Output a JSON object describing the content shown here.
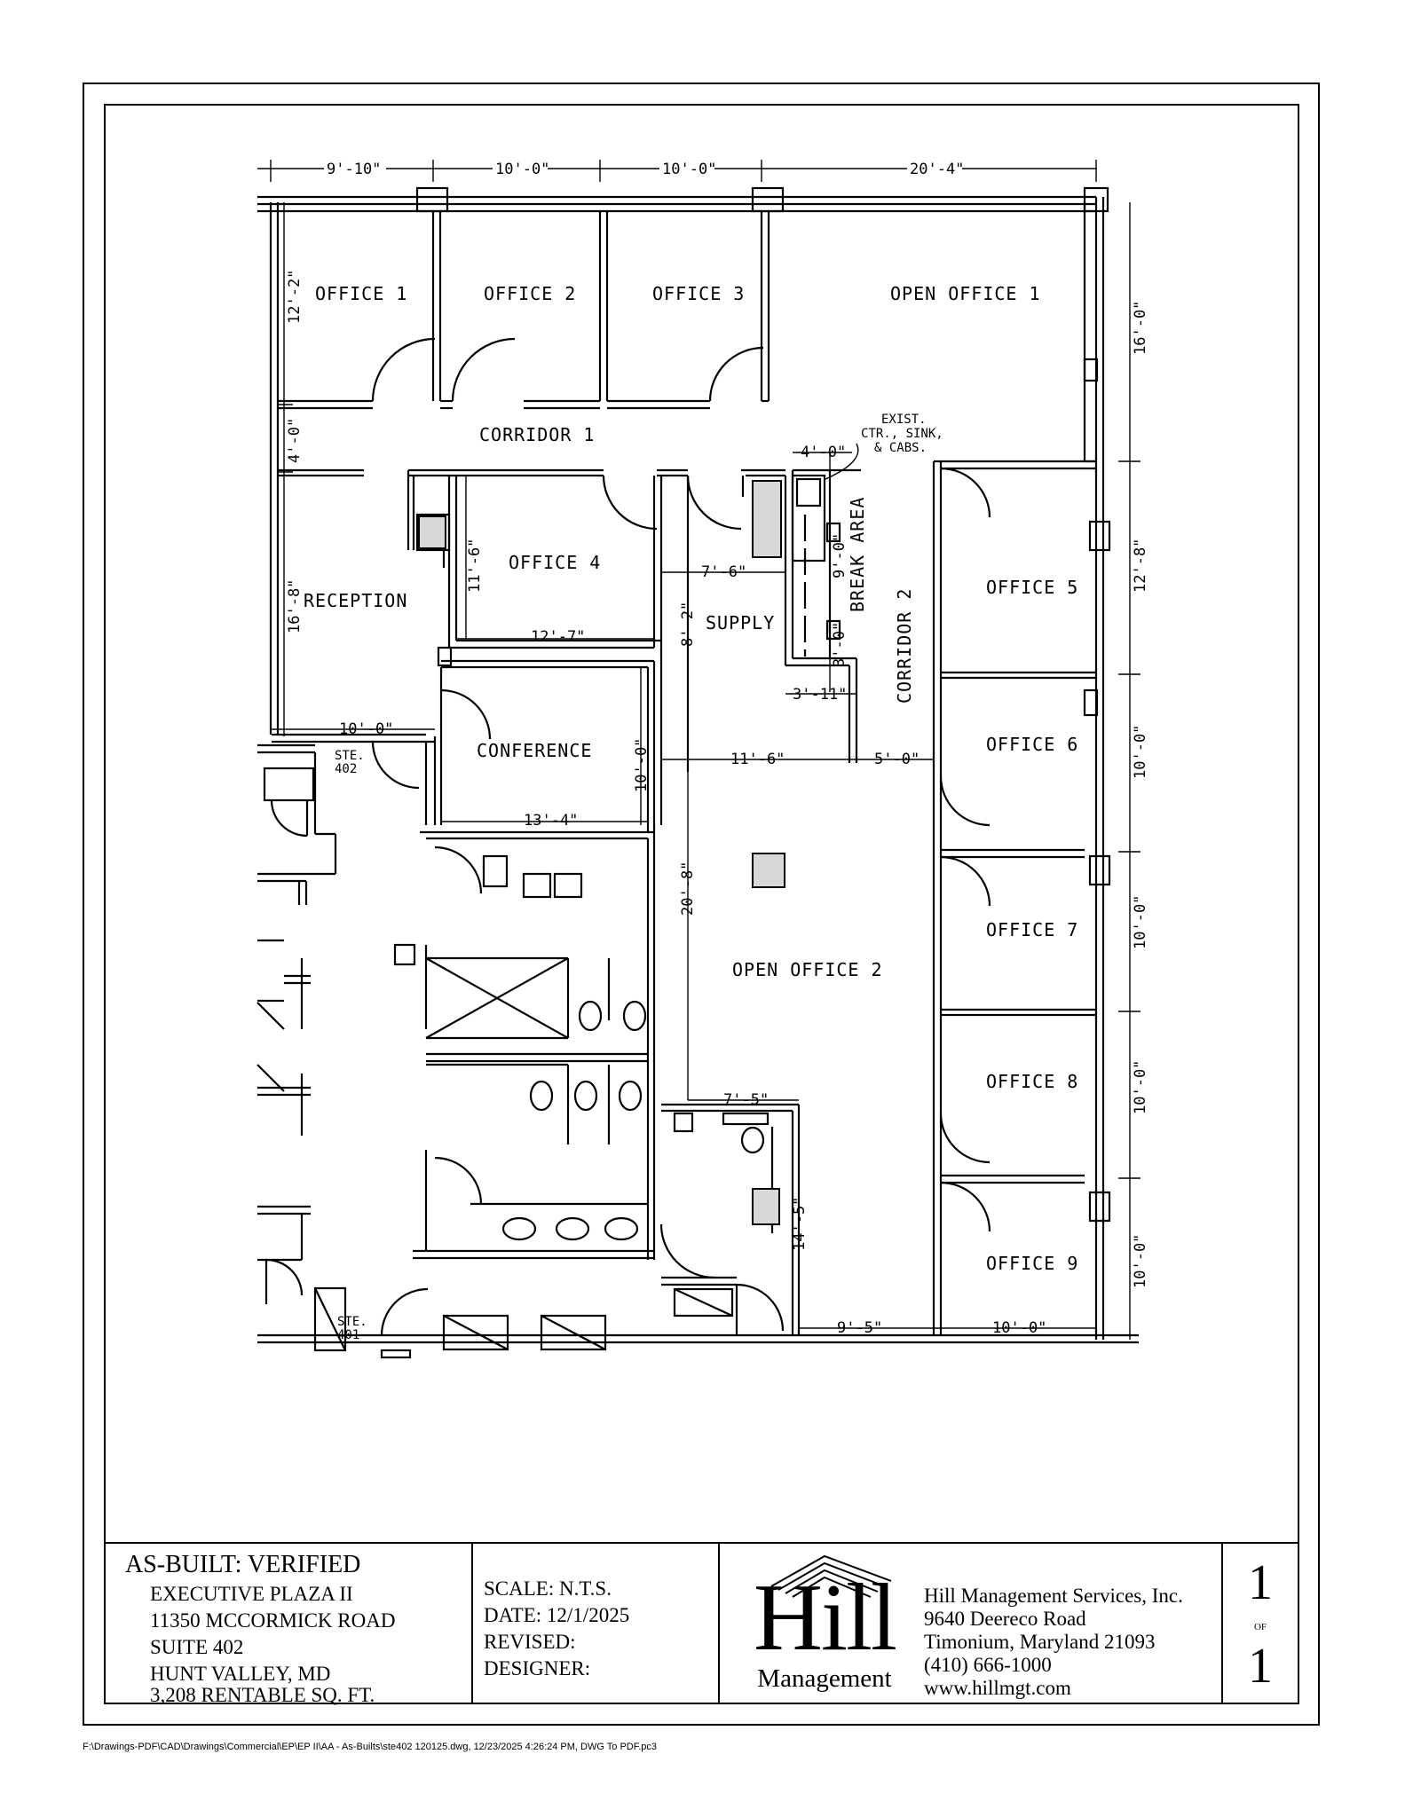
{
  "plan": {
    "rooms": {
      "office1": "OFFICE 1",
      "office2": "OFFICE 2",
      "office3": "OFFICE 3",
      "open_office1": "OPEN OFFICE 1",
      "corridor1": "CORRIDOR 1",
      "office4": "OFFICE 4",
      "reception": "RECEPTION",
      "supply": "SUPPLY",
      "break_area": "BREAK AREA",
      "corridor2": "CORRIDOR 2",
      "office5": "OFFICE 5",
      "office6": "OFFICE 6",
      "office7": "OFFICE 7",
      "office8": "OFFICE 8",
      "office9": "OFFICE 9",
      "conference": "CONFERENCE",
      "open_office2": "OPEN OFFICE 2"
    },
    "suites": {
      "ste402_a": "STE.",
      "ste402_b": "402",
      "ste401_a": "STE.",
      "ste401_b": "401"
    },
    "note": {
      "line1": "EXIST.",
      "line2": "CTR., SINK,",
      "line3": "& CABS."
    },
    "dims": {
      "top1": "9'-10\"",
      "top2": "10'-0\"",
      "top3": "10'-0\"",
      "top4": "20'-4\"",
      "left_office1": "12'-2\"",
      "left_corridor": "4'-0\"",
      "left_reception": "16'-8\"",
      "right_open1": "16'-0\"",
      "right_office5": "12'-8\"",
      "right_office6": "10'-0\"",
      "right_office7": "10'-0\"",
      "right_office8": "10'-0\"",
      "right_office9": "10'-0\"",
      "office4_h": "11'-6\"",
      "office4_w": "12'-7\"",
      "supply_w": "7'-6\"",
      "supply_h": "8'-2\"",
      "break_w": "4'-0\"",
      "break_h": "9'-0\"",
      "break_small_h": "3'-0\"",
      "break_small_w": "3'-11\"",
      "reception_w": "10'-0\"",
      "conference_h": "10'-0\"",
      "conference_w": "13'-4\"",
      "corridor_w1": "11'-6\"",
      "corridor_w2": "5'-0\"",
      "open2_h": "20'-8\"",
      "small_w": "7'-5\"",
      "small_h": "14'-5\"",
      "bottom1": "9'-5\"",
      "bottom2": "10'-0\""
    }
  },
  "title_block": {
    "heading": "AS-BUILT: VERIFIED",
    "project_lines": [
      "EXECUTIVE PLAZA II",
      "11350 MCCORMICK ROAD",
      "SUITE 402",
      "HUNT VALLEY, MD",
      "3,208 RENTABLE SQ. FT."
    ],
    "meta_lines": [
      "SCALE: N.T.S.",
      "DATE: 12/1/2025",
      "REVISED:",
      "DESIGNER:"
    ],
    "logo_word": "Hill",
    "logo_sub": "Management",
    "company_lines": [
      "Hill Management Services, Inc.",
      "9640 Deereco Road",
      "Timonium, Maryland  21093",
      "(410) 666-1000",
      "www.hillmgt.com"
    ],
    "sheet_number": "1",
    "sheet_of": "OF",
    "sheet_total": "1"
  },
  "footer": {
    "file_path": "F:\\Drawings-PDF\\CAD\\Drawings\\Commercial\\EP\\EP II\\AA - As-Builts\\ste402 120125.dwg, 12/23/2025 4:26:24 PM, DWG To PDF.pc3"
  }
}
